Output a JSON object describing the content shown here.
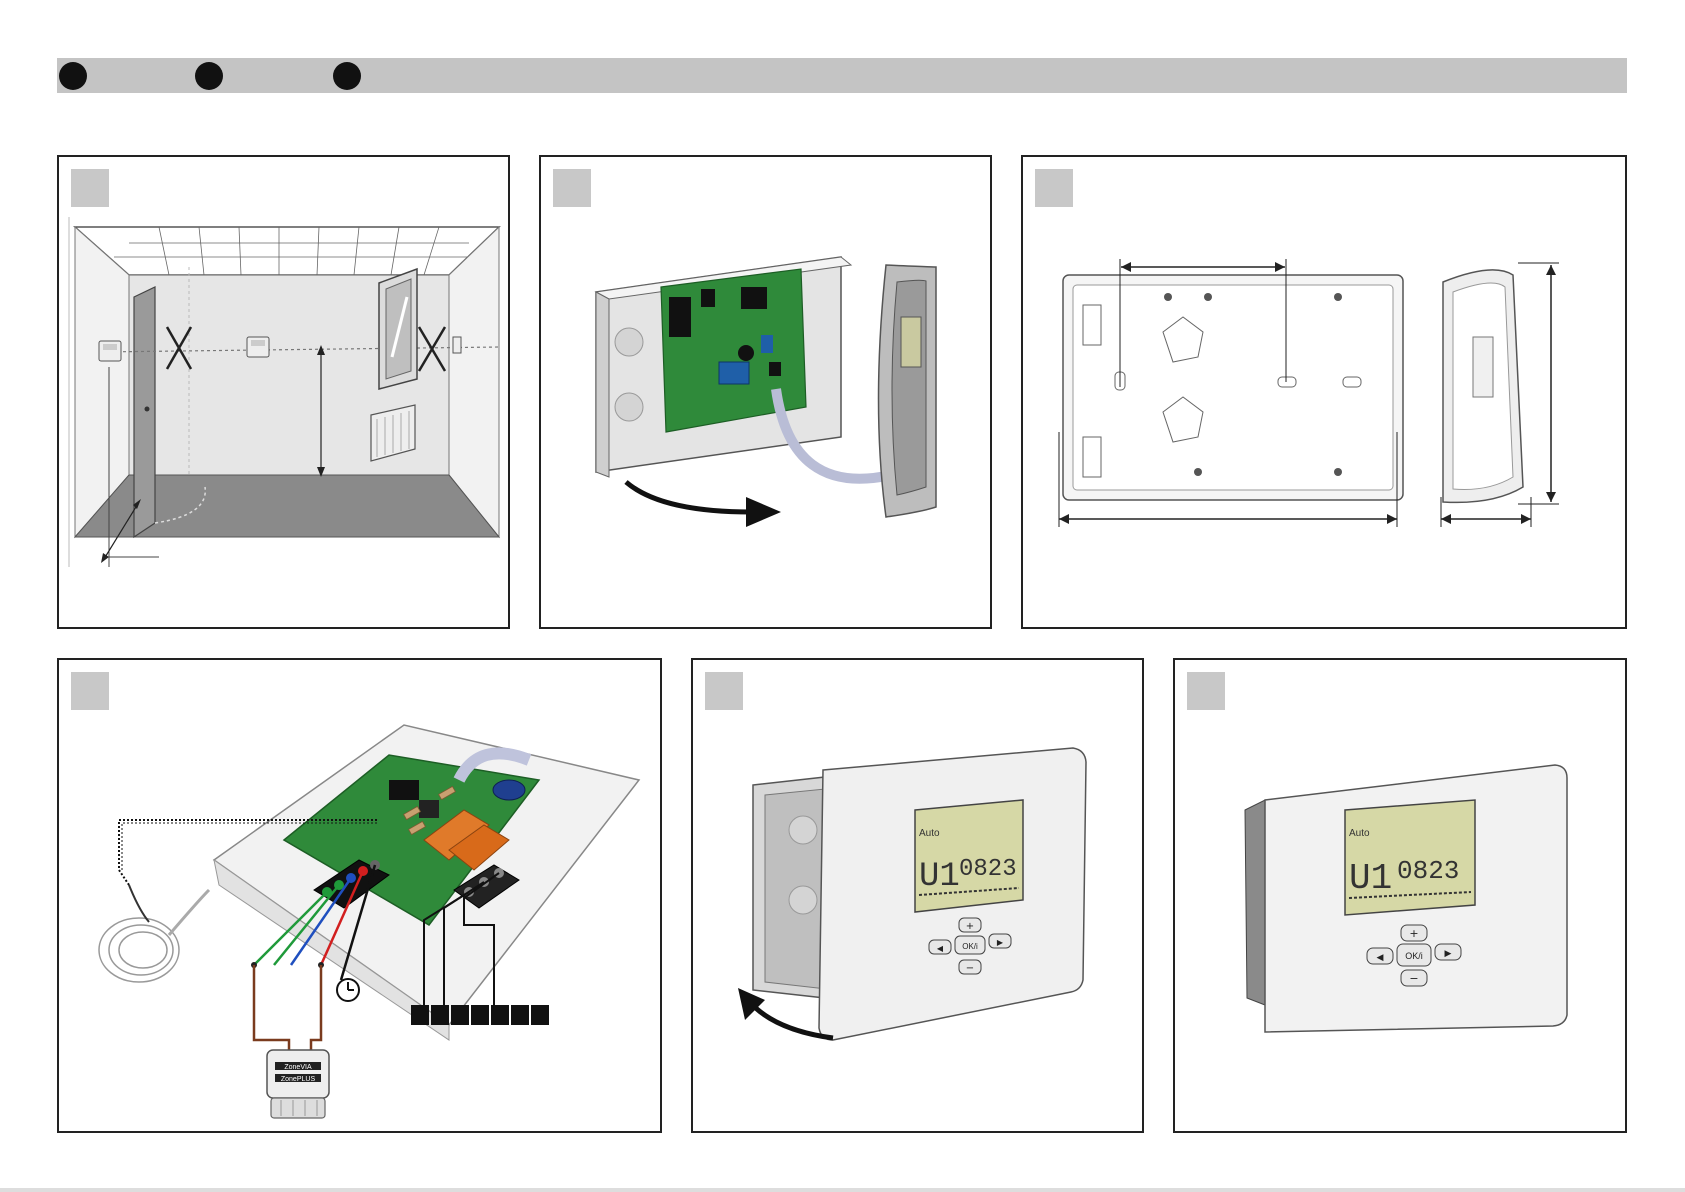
{
  "header": {
    "bar_color": "#c4c4c4",
    "dot_color": "#111111",
    "dot_count": 3
  },
  "panels": [
    {
      "id": "1",
      "illustration": "room-placement-diagram"
    },
    {
      "id": "2",
      "illustration": "open-housing-with-front-cover"
    },
    {
      "id": "3",
      "illustration": "backplate-dimensions-front-and-side"
    },
    {
      "id": "4",
      "illustration": "wiring-terminals-with-actuator-and-sensor"
    },
    {
      "id": "5",
      "illustration": "closing-front-cover"
    },
    {
      "id": "6",
      "illustration": "assembled-thermostat"
    }
  ],
  "display": {
    "mode_text": "Auto",
    "zone_text": "U1",
    "time_text": "0823",
    "ok_label": "OK/i",
    "up_symbol": "+",
    "down_symbol": "−",
    "left_symbol": "◀",
    "right_symbol": "▶"
  },
  "actuator": {
    "brand_line1": "ZoneVIA",
    "brand_line2": "ZonePLUS"
  },
  "colors": {
    "pcb_green": "#2f8a3a",
    "wire_green": "#1f9a3a",
    "wire_blue": "#1f4fbf",
    "wire_red": "#d21f1f",
    "wire_brown": "#7a3b1e",
    "relay_orange": "#e07a2a",
    "lcd_bg": "#d6d8a6",
    "panel_border": "#222222",
    "step_tag": "#c8c8c8"
  }
}
